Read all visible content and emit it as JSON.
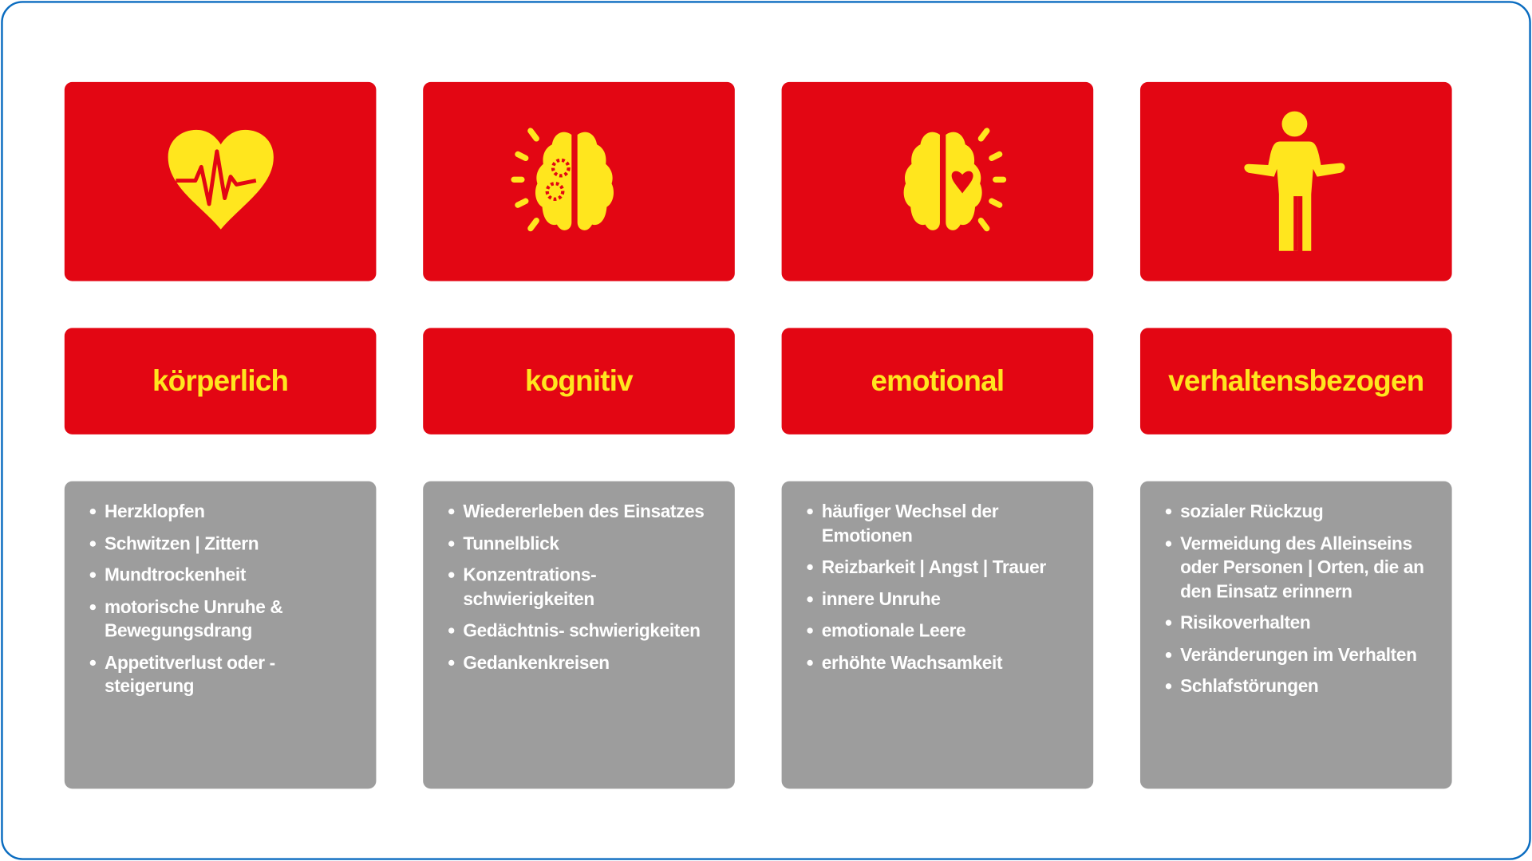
{
  "colors": {
    "red": "#e30613",
    "yellow": "#ffe61e",
    "grey": "#9d9d9d",
    "frame": "#0a6cc0"
  },
  "columns": [
    {
      "icon": "heart-pulse-icon",
      "label": "körperlich",
      "items": [
        "Herzklopfen",
        "Schwitzen | Zittern",
        "Mundtrockenheit",
        "motorische Unruhe & Bewegungsdrang",
        "Appetitverlust oder -steigerung"
      ]
    },
    {
      "icon": "brain-gears-icon",
      "label": "kognitiv",
      "items": [
        "Wiedererleben des Einsatzes",
        "Tunnelblick",
        "Konzentrations- schwierigkeiten",
        "Gedächtnis- schwierigkeiten",
        "Gedankenkreisen"
      ]
    },
    {
      "icon": "brain-heart-icon",
      "label": "emotional",
      "items": [
        "häufiger Wechsel der Emotionen",
        "Reizbarkeit | Angst | Trauer",
        "innere Unruhe",
        "emotionale Leere",
        "erhöhte Wachsamkeit"
      ]
    },
    {
      "icon": "person-icon",
      "label": "verhaltensbezogen",
      "items": [
        "sozialer Rückzug",
        "Vermeidung des Alleinseins oder Personen | Orten, die an den Einsatz erinnern",
        "Risikoverhalten",
        "Veränderungen im Verhalten",
        "Schlafstörungen"
      ]
    }
  ]
}
